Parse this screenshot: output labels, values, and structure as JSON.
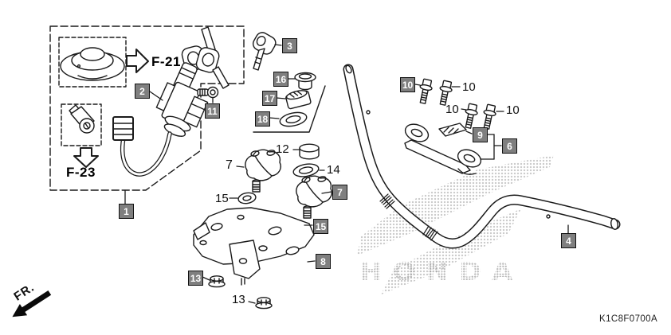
{
  "diagram_code": "K1C8F0700A",
  "watermark": "HONDA",
  "front_marker": "FR.",
  "refs": {
    "f21": "F-21",
    "f23": "F-23"
  },
  "labels": {
    "n1": "1",
    "n2": "2",
    "n3": "3",
    "n4": "4",
    "n6": "6",
    "n7": "7",
    "n8": "8",
    "n9": "9",
    "n10": "10",
    "n11": "11",
    "n12": "12",
    "n13": "13",
    "n14": "14",
    "n15": "15",
    "n16": "16",
    "n17": "17",
    "n18": "18"
  },
  "colors": {
    "line": "#1a1a1a",
    "callout_bg": "#7f7f7f",
    "callout_text": "#ffffff",
    "watermark_dot": "#9e9e9e"
  }
}
